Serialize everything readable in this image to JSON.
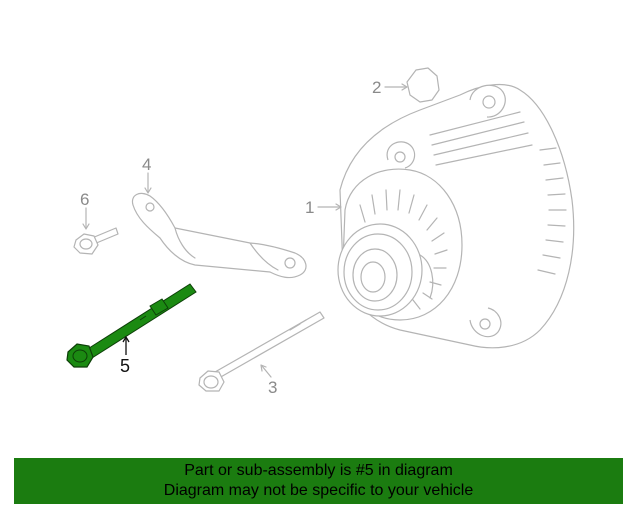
{
  "diagram": {
    "callouts": {
      "c1": "1",
      "c2": "2",
      "c3": "3",
      "c4": "4",
      "c5": "5",
      "c6": "6"
    },
    "highlight_color": "#1b8a12"
  },
  "banner": {
    "line1": "Part or sub-assembly is #5 in diagram",
    "line2": "Diagram may not be specific to your vehicle",
    "background": "#1b7c10"
  }
}
